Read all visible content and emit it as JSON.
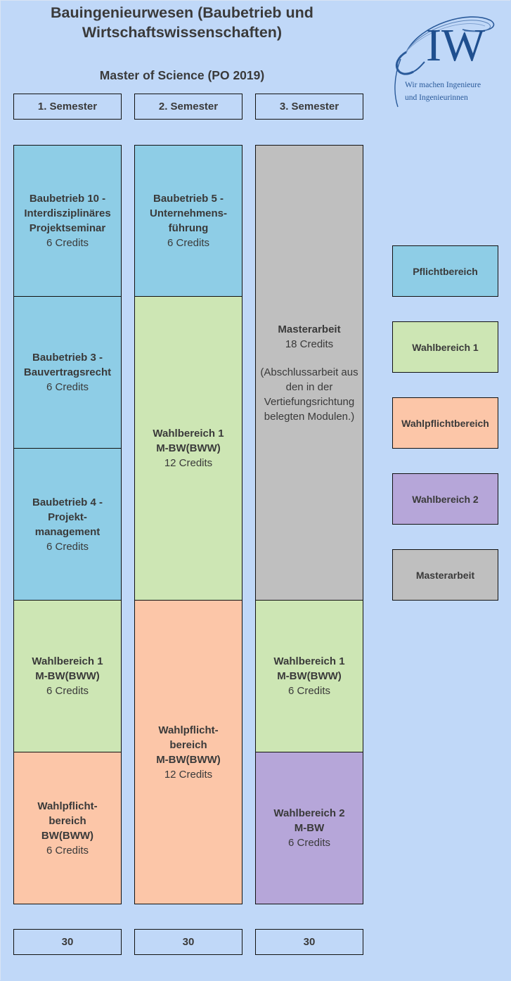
{
  "header": {
    "title_line1": "Bauingenieurwesen (Baubetrieb und",
    "title_line2": "Wirtschaftswissenschaften)",
    "subtitle": "Master of Science (PO 2019)"
  },
  "logo": {
    "letters": "IW",
    "tagline_line1": "Wir machen Ingenieure",
    "tagline_line2": "und Ingenieurinnen"
  },
  "colors": {
    "background": "#c0d8f8",
    "pflichtbereich": "#8ecde6",
    "wahlbereich1": "#cde6b4",
    "wahlpflichtbereich": "#fcc6a8",
    "wahlbereich2": "#b6a6d9",
    "masterarbeit": "#bfbfbf"
  },
  "semesters": [
    {
      "label": "1. Semester",
      "total": "30",
      "modules": [
        {
          "name": [
            "Baubetrieb 10 -",
            "Interdisziplinäres",
            "Projektseminar"
          ],
          "credits": "6 Credits",
          "category": "pflichtbereich"
        },
        {
          "name": [
            "Baubetrieb 3 -",
            "Bauvertragsrecht"
          ],
          "credits": "6 Credits",
          "category": "pflichtbereich"
        },
        {
          "name": [
            "Baubetrieb 4 -",
            "Projekt-",
            "management"
          ],
          "credits": "6 Credits",
          "category": "pflichtbereich"
        },
        {
          "name": [
            "Wahlbereich 1",
            "M-BW(BWW)"
          ],
          "credits": "6 Credits",
          "category": "wahlbereich1"
        },
        {
          "name": [
            "Wahlpflicht-",
            "bereich",
            "BW(BWW)"
          ],
          "credits": "6 Credits",
          "category": "wahlpflichtbereich"
        }
      ]
    },
    {
      "label": "2. Semester",
      "total": "30",
      "modules": [
        {
          "name": [
            "Baubetrieb 5 -",
            "Unternehmens-",
            "führung"
          ],
          "credits": "6 Credits",
          "category": "pflichtbereich"
        },
        {
          "name": [
            "Wahlbereich 1",
            "M-BW(BWW)"
          ],
          "credits": "12 Credits",
          "category": "wahlbereich1"
        },
        {
          "name": [
            "Wahlpflicht-",
            "bereich",
            "M-BW(BWW)"
          ],
          "credits": "12 Credits",
          "category": "wahlpflichtbereich"
        }
      ]
    },
    {
      "label": "3. Semester",
      "total": "30",
      "modules": [
        {
          "name": [
            "Masterarbeit"
          ],
          "credits": "18 Credits",
          "note": [
            "(Abschlussarbeit aus",
            "den in der",
            "Vertiefungsrichtung",
            "belegten Modulen.)"
          ],
          "category": "masterarbeit"
        },
        {
          "name": [
            "Wahlbereich 1",
            "M-BW(BWW)"
          ],
          "credits": "6 Credits",
          "category": "wahlbereich1"
        },
        {
          "name": [
            "Wahlbereich 2",
            "M-BW"
          ],
          "credits": "6 Credits",
          "category": "wahlbereich2"
        }
      ]
    }
  ],
  "legend": [
    {
      "label": "Pflichtbereich",
      "category": "pflichtbereich"
    },
    {
      "label": "Wahlbereich 1",
      "category": "wahlbereich1"
    },
    {
      "label": "Wahlpflichtbereich",
      "category": "wahlpflichtbereich"
    },
    {
      "label": "Wahlbereich 2",
      "category": "wahlbereich2"
    },
    {
      "label": "Masterarbeit",
      "category": "masterarbeit"
    }
  ]
}
